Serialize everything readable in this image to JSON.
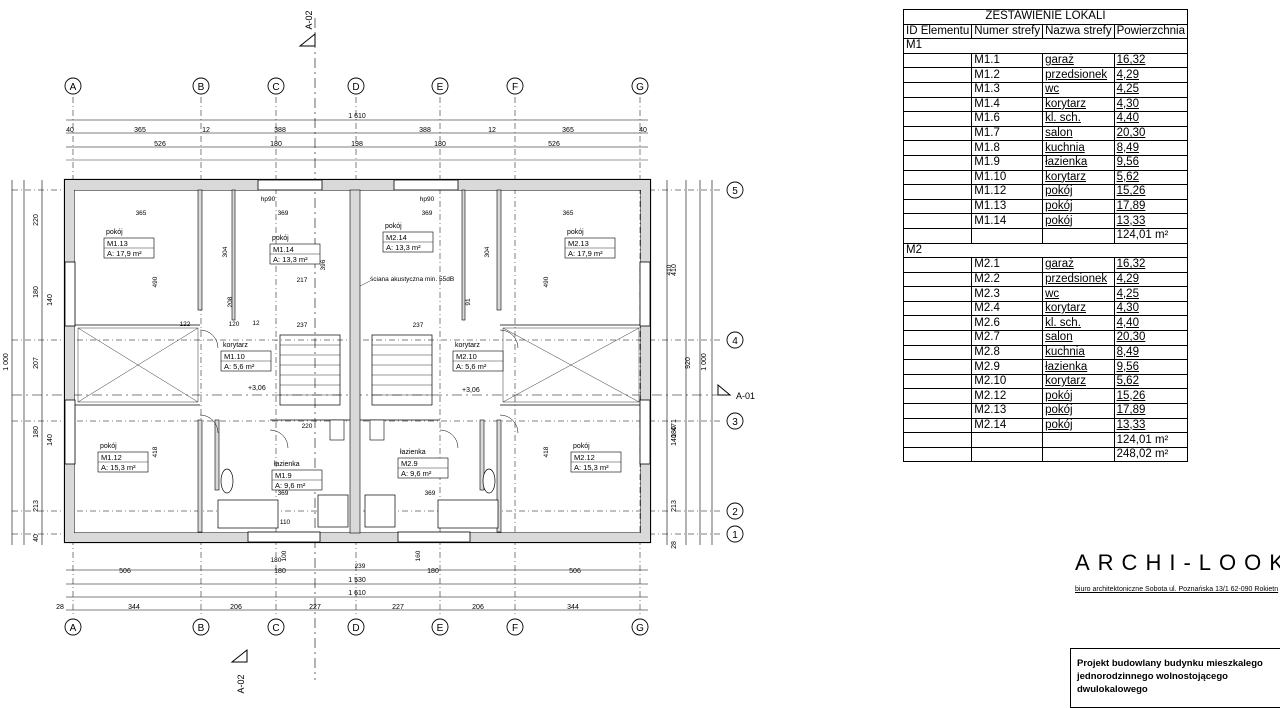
{
  "plan": {
    "section_top": "A-02",
    "section_bottom": "A-02",
    "section_right": "A-01",
    "axes_letters": [
      "A",
      "B",
      "C",
      "D",
      "E",
      "F",
      "G"
    ],
    "axes_numbers": [
      "5",
      "4",
      "3",
      "2",
      "1"
    ],
    "dims_top_row1": [
      "40",
      "365",
      "12",
      "388",
      "388",
      "12",
      "365",
      "40"
    ],
    "dims_top_total": "1 610",
    "dims_top_row2": [
      "526",
      "180",
      "198",
      "180",
      "526"
    ],
    "dims_bottom_row1": [
      "506",
      "1 530",
      "180",
      "180",
      "506"
    ],
    "dims_bottom_total": "1 610",
    "dims_bottom_row3": [
      "28",
      "344",
      "206",
      "227",
      "227",
      "206",
      "344"
    ],
    "left_total": "1 000",
    "left_dims": [
      "220",
      "180",
      "140",
      "207",
      "180",
      "140",
      "213",
      "40"
    ],
    "right_dims": [
      "410",
      "920",
      "1 000",
      "471",
      "180",
      "140",
      "213",
      "28"
    ],
    "rooms": [
      {
        "name": "pokój",
        "id": "M1.13",
        "area": "A: 17,9 m²"
      },
      {
        "name": "pokój",
        "id": "M1.14",
        "area": "A: 13,3 m²"
      },
      {
        "name": "pokój",
        "id": "M2.14",
        "area": "A: 13,3 m²"
      },
      {
        "name": "pokój",
        "id": "M2.13",
        "area": "A: 17,9 m²"
      },
      {
        "name": "korytarz",
        "id": "M1.10",
        "area": "A: 5,6 m²"
      },
      {
        "name": "korytarz",
        "id": "M2.10",
        "area": "A: 5,6 m²"
      },
      {
        "name": "pokój",
        "id": "M1.12",
        "area": "A: 15,3 m²"
      },
      {
        "name": "łazienka",
        "id": "M1.9",
        "area": "A: 9,6 m²"
      },
      {
        "name": "łazienka",
        "id": "M2.9",
        "area": "A: 9,6 m²"
      },
      {
        "name": "pokój",
        "id": "M2.12",
        "area": "A: 15,3 m²"
      }
    ],
    "acoustic_note": "ściana akustyczna min. 55dB",
    "levels": [
      "+3,06",
      "+3,06"
    ],
    "misc": [
      "hp90",
      "hp90",
      "369",
      "369",
      "365",
      "365",
      "490",
      "490",
      "418",
      "418",
      "304",
      "304",
      "396",
      "217",
      "237",
      "237",
      "220",
      "369",
      "369",
      "122",
      "120",
      "208",
      "91",
      "12",
      "410",
      "110",
      "100",
      "239",
      "160",
      "180"
    ]
  },
  "table": {
    "title": "ZESTAWIENIE LOKALI",
    "headers": [
      "ID Elementu",
      "Numer strefy",
      "Nazwa strefy",
      "Powierzchnia"
    ],
    "groups": [
      {
        "id": "M1",
        "rows": [
          [
            "M1.1",
            "garaż",
            "16,32"
          ],
          [
            "M1.2",
            "przedsionek",
            "4,29"
          ],
          [
            "M1.3",
            "wc",
            "4,25"
          ],
          [
            "M1.4",
            "korytarz",
            "4,30"
          ],
          [
            "M1.6",
            "kl. sch.",
            "4,40"
          ],
          [
            "M1.7",
            "salon",
            "20,30"
          ],
          [
            "M1.8",
            "kuchnia",
            "8,49"
          ],
          [
            "M1.9",
            "łazienka",
            "9,56"
          ],
          [
            "M1.10",
            "korytarz",
            "5,62"
          ],
          [
            "M1.12",
            "pokój",
            "15,26"
          ],
          [
            "M1.13",
            "pokój",
            "17,89"
          ],
          [
            "M1.14",
            "pokój",
            "13,33"
          ]
        ],
        "subtotal": "124,01 m²"
      },
      {
        "id": "M2",
        "rows": [
          [
            "M2.1",
            "garaż",
            "16,32"
          ],
          [
            "M2.2",
            "przedsionek",
            "4,29"
          ],
          [
            "M2.3",
            "wc",
            "4,25"
          ],
          [
            "M2.4",
            "korytarz",
            "4,30"
          ],
          [
            "M2.6",
            "kl. sch.",
            "4,40"
          ],
          [
            "M2.7",
            "salon",
            "20,30"
          ],
          [
            "M2.8",
            "kuchnia",
            "8,49"
          ],
          [
            "M2.9",
            "łazienka",
            "9,56"
          ],
          [
            "M2.10",
            "korytarz",
            "5,62"
          ],
          [
            "M2.12",
            "pokój",
            "15,26"
          ],
          [
            "M2.13",
            "pokój",
            "17,89"
          ],
          [
            "M2.14",
            "pokój",
            "13,33"
          ]
        ],
        "subtotal": "124,01 m²"
      }
    ],
    "total": "248,02 m²"
  },
  "branding": {
    "name": "ARCHI-LOOK",
    "subtitle": "biuro architektoniczne  Sobota ul. Poznańska 13/1 62-090 Rokietn"
  },
  "title_block": {
    "line1": "Projekt budowlany  budynku mieszkalego",
    "line2": "jednorodzinnego wolnostojącego",
    "line3": "dwulokalowego"
  }
}
